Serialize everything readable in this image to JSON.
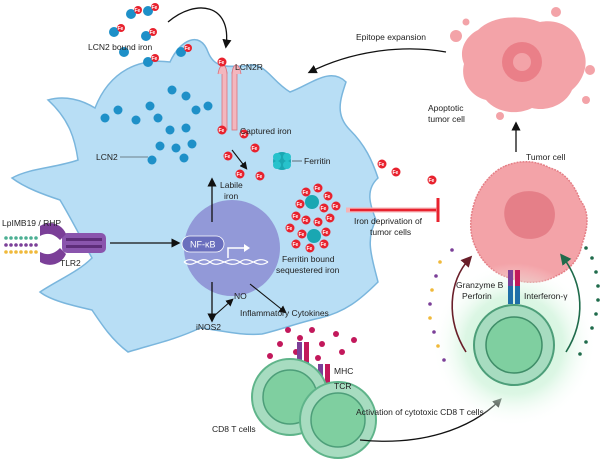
{
  "labels": {
    "lcn2_bound_iron": "LCN2 bound iron",
    "lcn2r": "LCN2R",
    "captured_iron": "Captured iron",
    "lcn2": "LCN2",
    "ferritin": "Ferritin",
    "labile_iron_1": "Labile",
    "labile_iron_2": "iron",
    "lpimb19": "LpIMB19 / RHP",
    "tlr2": "TLR2",
    "nfkb": "NF-κB",
    "ferritin_bound_1": "Ferritin bound",
    "ferritin_bound_2": "sequestered iron",
    "no": "NO",
    "inos2": "iNOS2",
    "inflammatory_cytokines": "Inflammatory Cytokines",
    "mhc": "MHC",
    "tcr": "TCR",
    "cd8_t_cells": "CD8 T cells",
    "activation": "Activation of cytotoxic CD8 T cells",
    "iron_deprivation_1": "Iron deprivation of",
    "iron_deprivation_2": "tumor cells",
    "epitope_expansion": "Epitope expansion",
    "apoptotic_1": "Apoptotic",
    "apoptotic_2": "tumor cell",
    "tumor_cell": "Tumor cell",
    "granzyme_1": "Granzyme B",
    "granzyme_2": "Perforin",
    "interferon": "Interferon-γ",
    "fe": "Fe"
  },
  "colors": {
    "macrophage": "#b8def5",
    "nucleus": "#8f95d6",
    "lcn2_dot": "#1e90c8",
    "iron": "#e8222e",
    "ferritin": "#1aa7b2",
    "tumor": "#f3a3a8",
    "t_cell": "#7fcfa0",
    "receptor": "#7b3f98",
    "inhibit": "#e8222e"
  }
}
